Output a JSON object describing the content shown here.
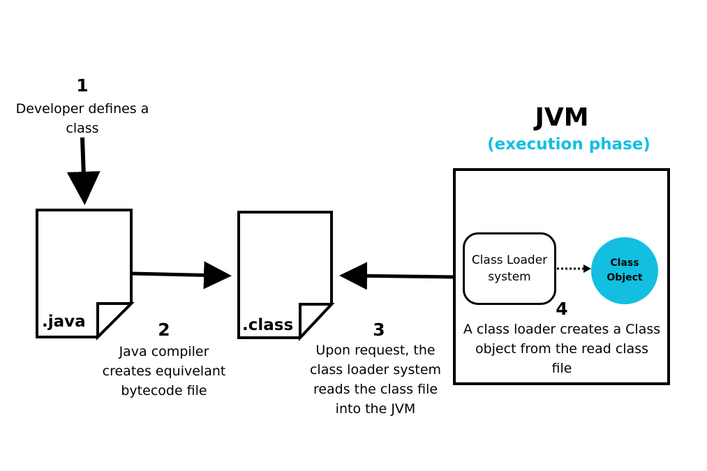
{
  "colors": {
    "accent": "#12bfe0",
    "stroke": "#000000",
    "background": "#ffffff"
  },
  "steps": [
    {
      "number": "1",
      "text_lines": [
        "Developer defines a",
        "class"
      ]
    },
    {
      "number": "2",
      "text_lines": [
        "Java compiler",
        "creates equivelant",
        "bytecode file"
      ]
    },
    {
      "number": "3",
      "text_lines": [
        "Upon request, the",
        "class loader system",
        "reads the class file",
        "into the JVM"
      ]
    },
    {
      "number": "4",
      "text_lines": [
        "A class loader creates a Class",
        "object from the read class",
        "file"
      ]
    }
  ],
  "files": {
    "java_label": ".java",
    "class_label": ".class"
  },
  "jvm": {
    "title": "JVM",
    "subtitle": "(execution phase)",
    "loader_lines": [
      "Class Loader",
      "system"
    ],
    "class_object_lines": [
      "Class",
      "Object"
    ]
  }
}
